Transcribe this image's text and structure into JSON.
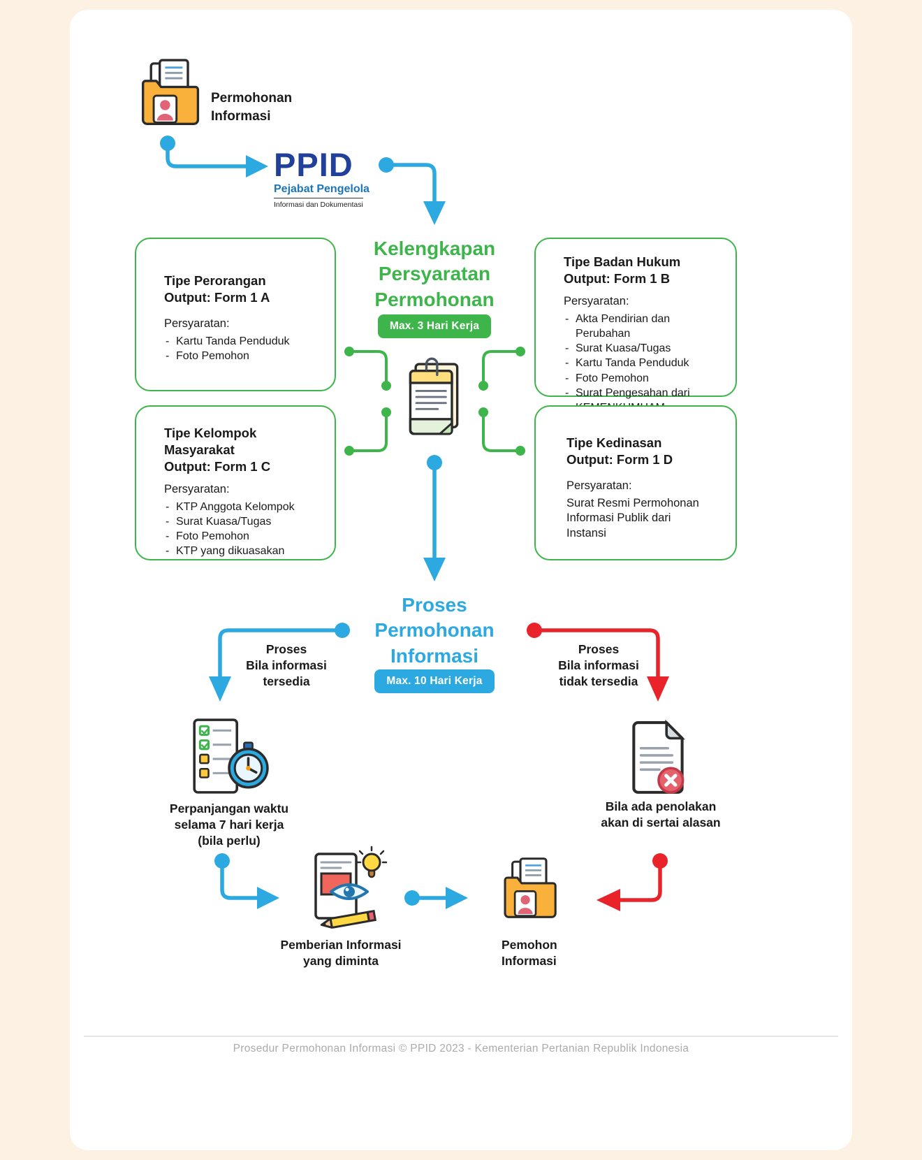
{
  "colors": {
    "cream": "#FDF1E3",
    "green": "#3DB54A",
    "blue": "#2BA9E0",
    "red": "#E8232A",
    "navy": "#21409A",
    "logoBlue": "#1C75BC",
    "ink": "#1A1A1A"
  },
  "icons": {
    "request_folder": "folder-with-documents-and-person",
    "center_documents": "stacked-request-documents-with-paperclip",
    "extension": "checklist-with-stopwatch",
    "rejection": "document-with-red-x",
    "delivery": "document-with-eye-lightbulb-pencil",
    "recipient_folder": "folder-with-documents-and-person"
  },
  "start": {
    "label": "Permohonan\nInformasi"
  },
  "logo": {
    "acronym": "PPID",
    "line1": "Pejabat Pengelola",
    "line2": "Informasi dan Dokumentasi"
  },
  "stage_requirements": {
    "title": "Kelengkapan\nPersyaratan\nPermohonan",
    "badge": "Max. 3 Hari Kerja"
  },
  "types": [
    {
      "title": "Tipe Perorangan\nOutput: Form 1 A",
      "label": "Persyaratan:",
      "items": [
        "Kartu Tanda Penduduk",
        "Foto Pemohon"
      ]
    },
    {
      "title": "Tipe Badan Hukum\nOutput: Form 1 B",
      "label": "Persyaratan:",
      "items": [
        "Akta Pendirian dan Perubahan",
        "Surat Kuasa/Tugas",
        "Kartu Tanda Penduduk",
        "Foto Pemohon",
        "Surat Pengesahan dari",
        "KEMENKUMHAM"
      ]
    },
    {
      "title": "Tipe Kelompok\nMasyarakat\nOutput: Form 1 C",
      "label": "Persyaratan:",
      "items": [
        "KTP Anggota Kelompok",
        "Surat Kuasa/Tugas",
        "Foto Pemohon",
        "KTP yang dikuasakan"
      ]
    },
    {
      "title": "Tipe Kedinasan\nOutput: Form 1 D",
      "label": "Persyaratan:",
      "paragraph": "Surat Resmi Permohonan\nInformasi Publik dari\nInstansi"
    }
  ],
  "stage_process": {
    "title": "Proses\nPermohonan\nInformasi",
    "badge": "Max. 10 Hari Kerja"
  },
  "branch_available": {
    "note": "Proses\nBila informasi\ntersedia",
    "caption": "Perpanjangan waktu\nselama 7 hari kerja\n(bila perlu)"
  },
  "branch_unavailable": {
    "note": "Proses\nBila informasi\ntidak tersedia",
    "caption": "Bila ada penolakan\nakan di sertai alasan"
  },
  "delivery": {
    "caption": "Pemberian Informasi\nyang diminta"
  },
  "requester": {
    "caption": "Pemohon\nInformasi"
  },
  "footer": {
    "text": "Prosedur Permohonan Informasi © PPID 2023 - Kementerian Pertanian Republik Indonesia"
  }
}
